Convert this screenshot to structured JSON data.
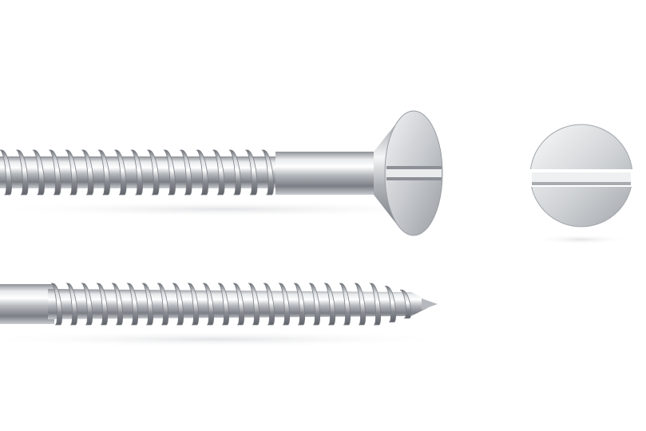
{
  "scene": {
    "subject": "screws",
    "items": [
      {
        "kind": "countersunk-slotted-wood-screw-side-view"
      },
      {
        "kind": "slotted-screw-head-top-view"
      },
      {
        "kind": "wood-screw-threaded-tip-side-view"
      }
    ]
  },
  "colors": {
    "background": "#ffffff",
    "metal_light": "#f4f5f6",
    "metal_mid": "#b9bcc0",
    "metal_dark": "#6d7177",
    "shadow": "#e6e7e9"
  }
}
